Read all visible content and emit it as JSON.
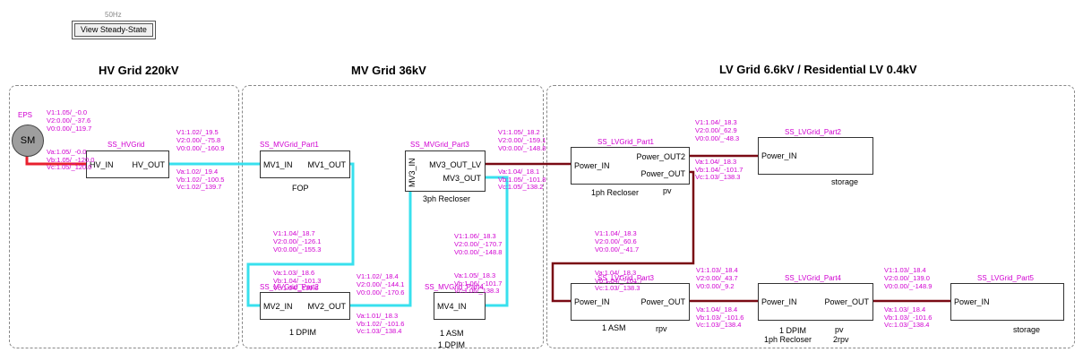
{
  "header": {
    "frequency": "50Hz",
    "view_button": "View Steady-State"
  },
  "areas": {
    "hv": "HV Grid 220kV",
    "mv": "MV Grid 36kV",
    "lv": "LV Grid 6.6kV / Residential LV 0.4kV"
  },
  "source": {
    "name": "EPS",
    "symbol": "SM"
  },
  "colors": {
    "hv_line": "#e8202e",
    "mv_line": "#38e0ee",
    "lv_line": "#7a0a14",
    "measure_text": "#d100d1"
  },
  "blocks": {
    "hv_grid": {
      "name": "SS_HVGrid",
      "ports": [
        "HV_IN",
        "HV_OUT"
      ]
    },
    "mv1": {
      "name": "SS_MVGrid_Part1",
      "ports": [
        "MV1_IN",
        "MV1_OUT"
      ],
      "label": "FOP"
    },
    "mv2": {
      "name": "SS_MVGrid_Part2",
      "ports": [
        "MV2_IN",
        "MV2_OUT"
      ],
      "label": "1 DPIM"
    },
    "mv3": {
      "name": "SS_MVGrid_Part3",
      "ports": [
        "MV3_IN",
        "MV3_OUT_LV",
        "MV3_OUT"
      ],
      "label": "3ph Recloser"
    },
    "mv4": {
      "name": "SS_MVGrid_Part4",
      "ports": [
        "MV4_IN"
      ],
      "label1": "1 ASM",
      "label2": "1 DPIM"
    },
    "lv1": {
      "name": "SS_LVGrid_Part1",
      "ports": [
        "Power_IN",
        "Power_OUT2",
        "Power_OUT"
      ],
      "label1": "1ph Recloser",
      "label2": "pv"
    },
    "lv2": {
      "name": "SS_LVGrid_Part2",
      "ports": [
        "Power_IN"
      ],
      "label": "storage"
    },
    "lv3": {
      "name": "SS_LVGrid_Part3",
      "ports": [
        "Power_IN",
        "Power_OUT"
      ],
      "label1": "1 ASM",
      "label2": "rpv"
    },
    "lv4": {
      "name": "SS_LVGrid_Part4",
      "ports": [
        "Power_IN",
        "Power_OUT"
      ],
      "label1": "1 DPIM",
      "label2": "1ph Recloser",
      "label3": "pv",
      "label4": "2rpv"
    },
    "lv5": {
      "name": "SS_LVGrid_Part5",
      "ports": [
        "Power_IN"
      ],
      "label": "storage"
    }
  },
  "measurements": {
    "m1": [
      "V1:1.05/_-0.0",
      "V2:0.00/_-37.6",
      "V0:0.00/_119.7",
      "Va:1.05/_-0.0",
      "Vb:1.05/_-120.0",
      "Vc:1.05/_120.0"
    ],
    "m2": [
      "V1:1.02/_19.5",
      "V2:0.00/_-75.8",
      "V0:0.00/_-160.9",
      "Va:1.02/_19.4",
      "Vb:1.02/_-100.5",
      "Vc:1.02/_139.7"
    ],
    "m3": [
      "V1:1.04/_18.7",
      "V2:0.00/_-126.1",
      "V0:0.00/_-155.3",
      "Va:1.03/_18.6",
      "Vb:1.04/_-101.3",
      "Vc:1.04/_139.0"
    ],
    "m4": [
      "V1:1.02/_18.4",
      "V2:0.00/_-144.1",
      "V0:0.00/_-170.6",
      "Va:1.01/_18.3",
      "Vb:1.02/_-101.6",
      "Vc:1.03/_138.4"
    ],
    "m5": [
      "V1:1.05/_18.2",
      "V2:0.00/_-159.1",
      "V0:0.00/_-148.8",
      "Va:1.04/_18.1",
      "Vb:1.05/_-101.8",
      "Vc:1.05/_138.2"
    ],
    "m6": [
      "V1:1.06/_18.3",
      "V2:0.00/_-170.7",
      "V0:0.00/_-148.8",
      "Va:1.05/_18.3",
      "Vb:1.06/_-101.7",
      "Vc:1.06/_138.3"
    ],
    "m7": [
      "V1:1.04/_18.3",
      "V2:0.00/_62.9",
      "V0:0.00/_-48.3",
      "Va:1.04/_18.3",
      "Vb:1.04/_-101.7",
      "Vc:1.03/_138.3"
    ],
    "m8": [
      "V1:1.04/_18.3",
      "V2:0.00/_60.6",
      "V0:0.00/_-41.7",
      "Va:1.04/_18.3",
      "Vb:1.04/_-101.7",
      "Vc:1.03/_138.3"
    ],
    "m9": [
      "V1:1.03/_18.4",
      "V2:0.00/_43.7",
      "V0:0.00/_9.2",
      "Va:1.04/_18.4",
      "Vb:1.03/_-101.6",
      "Vc:1.03/_138.4"
    ],
    "m10": [
      "V1:1.03/_18.4",
      "V2:0.00/_139.0",
      "V0:0.00/_-148.9",
      "Va:1.03/_18.4",
      "Vb:1.03/_-101.6",
      "Vc:1.03/_138.4"
    ]
  }
}
